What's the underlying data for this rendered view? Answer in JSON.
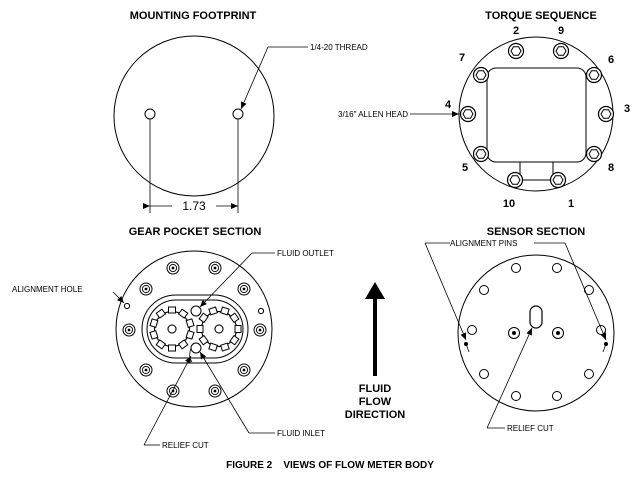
{
  "mounting": {
    "title": "MOUNTING FOOTPRINT",
    "thread_label": "1/4-20 THREAD",
    "dimension": "1.73"
  },
  "torque": {
    "title": "TORQUE SEQUENCE",
    "allen_label": "3/16\" ALLEN HEAD",
    "sequence": [
      "1",
      "2",
      "3",
      "4",
      "5",
      "6",
      "7",
      "8",
      "9",
      "10"
    ]
  },
  "gear": {
    "title": "GEAR POCKET SECTION",
    "alignment_hole": "ALIGNMENT HOLE",
    "fluid_outlet": "FLUID OUTLET",
    "fluid_inlet": "FLUID INLET",
    "relief_cut": "RELIEF CUT"
  },
  "sensor": {
    "title": "SENSOR SECTION",
    "alignment_pins": "ALIGNMENT PINS",
    "relief_cut": "RELIEF CUT"
  },
  "flow": {
    "line1": "FLUID",
    "line2": "FLOW",
    "line3": "DIRECTION"
  },
  "caption": "FIGURE 2    VIEWS OF FLOW METER BODY"
}
